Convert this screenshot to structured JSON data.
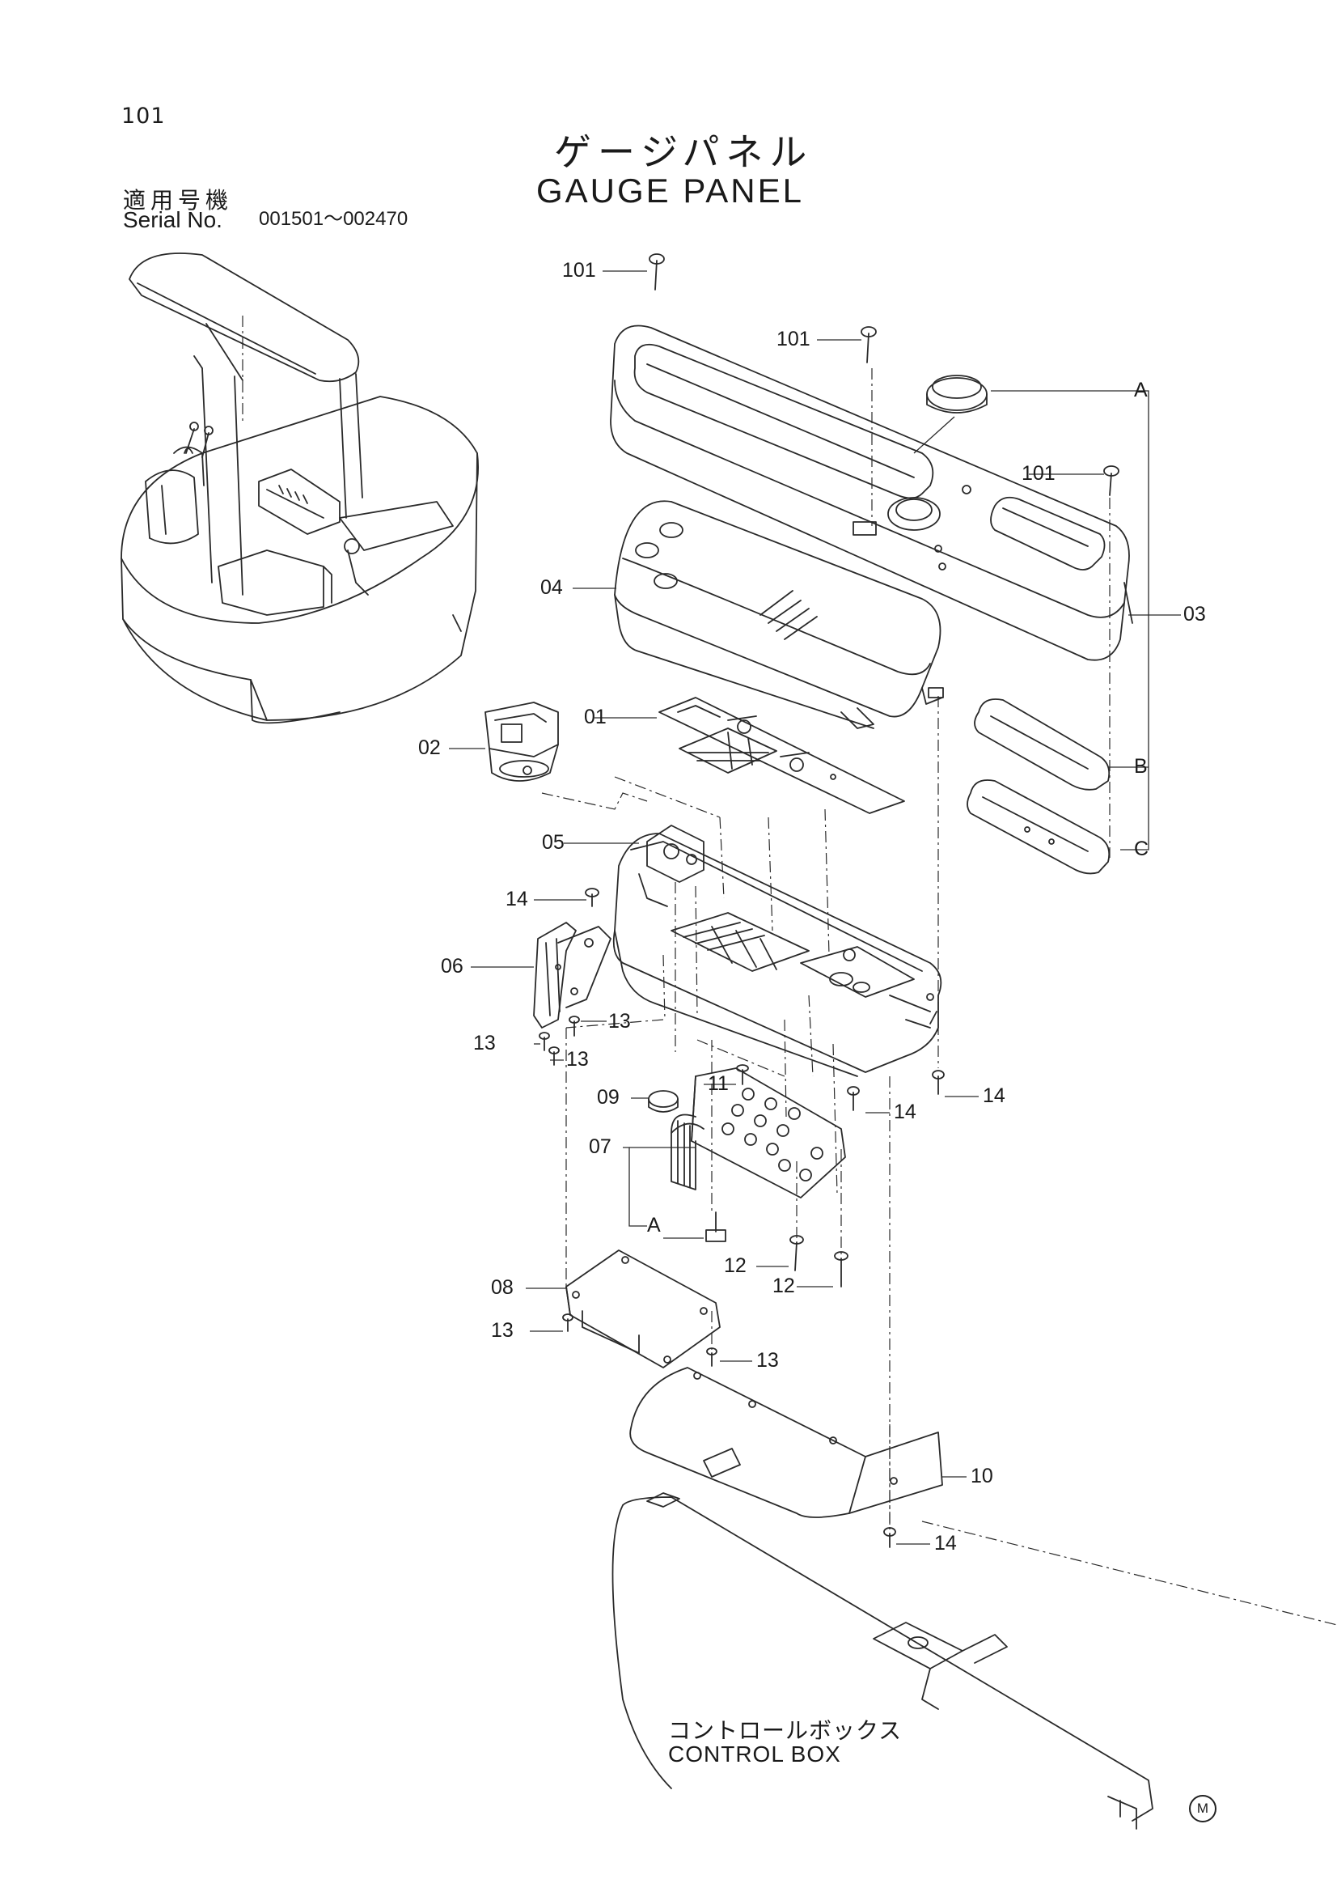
{
  "page_number": "101",
  "title_jp": "ゲージパネル",
  "title_en": "GAUGE PANEL",
  "serial_label_jp": "適用号機",
  "serial_label_en": "Serial No.",
  "serial_range": "001501～002470",
  "callouts": {
    "p101a": "101",
    "p101b": "101",
    "p101c": "101",
    "pA1": "A",
    "pB": "B",
    "pC": "C",
    "p03": "03",
    "p04": "04",
    "p01": "01",
    "p02": "02",
    "p05": "05",
    "p14a": "14",
    "p06": "06",
    "p13a": "13",
    "p13b": "13",
    "p13c": "13",
    "p11": "11",
    "p09": "09",
    "p14b": "14",
    "p14c": "14",
    "p07": "07",
    "pA2": "A",
    "p12a": "12",
    "p12b": "12",
    "p08": "08",
    "p13d": "13",
    "p13e": "13",
    "p10": "10",
    "p14d": "14"
  },
  "control_box_jp": "コントロールボックス",
  "control_box_en": "CONTROL BOX",
  "mark": "M"
}
